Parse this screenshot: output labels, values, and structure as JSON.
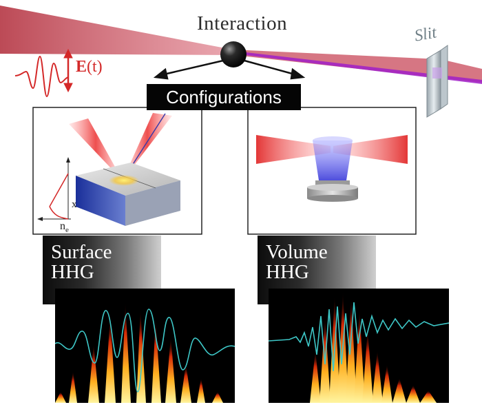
{
  "labels": {
    "interaction": "Interaction",
    "slit": "Slit",
    "efield_main": "E",
    "efield_arg": "(t)",
    "configurations": "Configurations",
    "axis_x": "x",
    "axis_ne": "n",
    "axis_ne_sub": "e"
  },
  "panels": {
    "surface": {
      "line1": "Surface",
      "line2": "HHG"
    },
    "volume": {
      "line1": "Volume",
      "line2": "HHG"
    }
  },
  "colors": {
    "beam": "#c8283a",
    "harmonic_beam": "#a020c8",
    "cyan_trace": "#3ec8c8",
    "label_red": "#d32a2a",
    "box_black": "#050505"
  }
}
